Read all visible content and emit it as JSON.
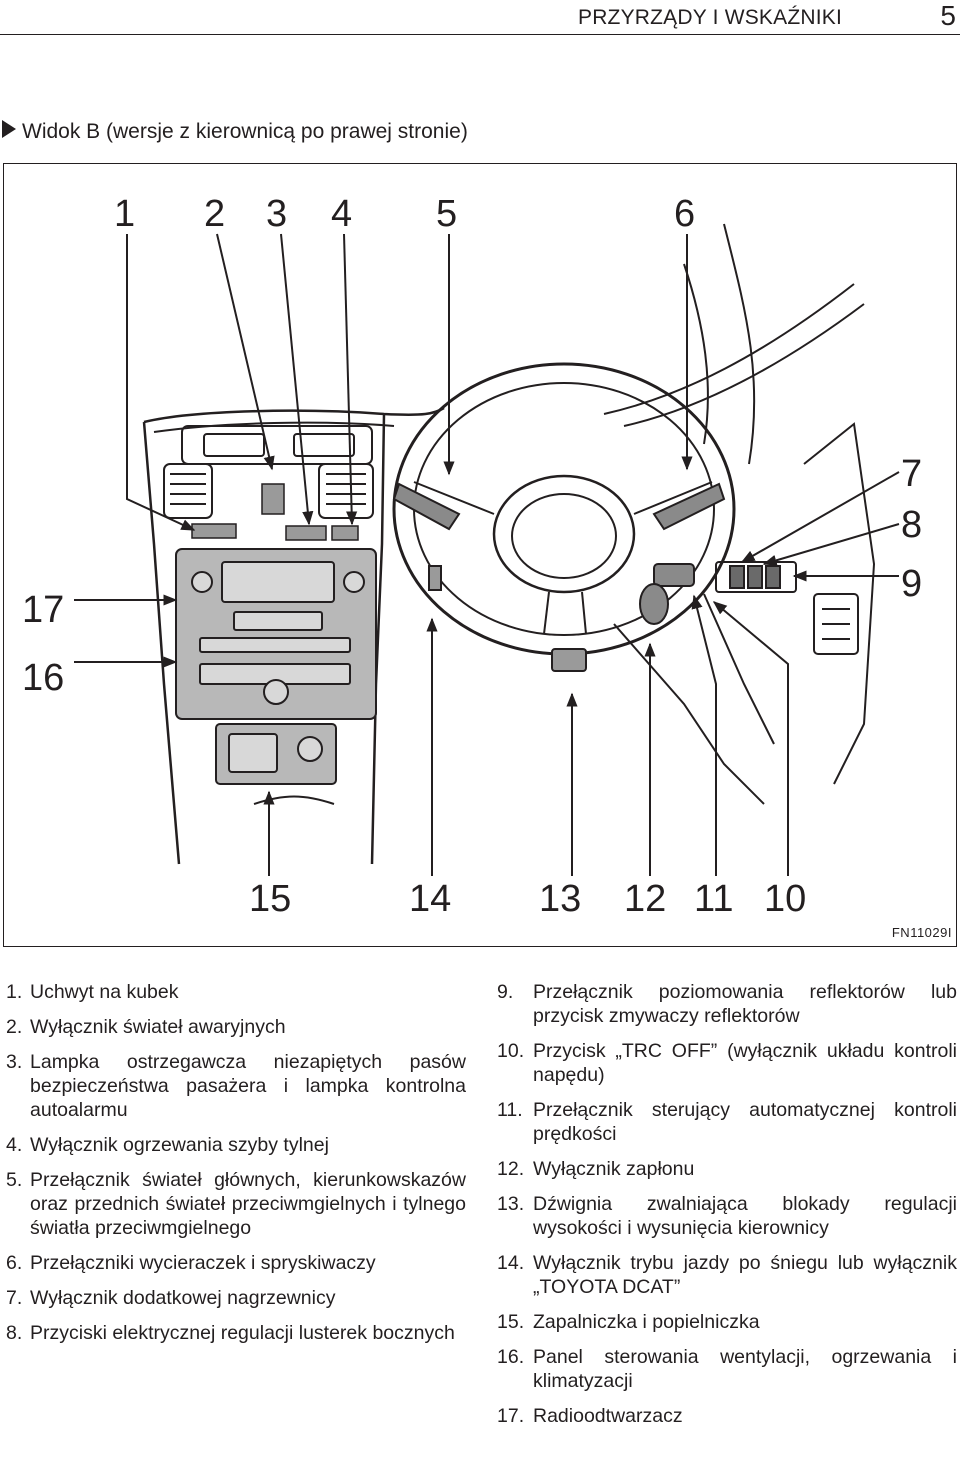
{
  "header": {
    "title": "PRZYRZĄDY I WSKAŹNIKI",
    "page": "5"
  },
  "section": {
    "title": "Widok B (wersje z kierownicą po prawej stronie)"
  },
  "figure": {
    "code": "FN11029I",
    "callouts": [
      "1",
      "2",
      "3",
      "4",
      "5",
      "6",
      "7",
      "8",
      "9",
      "10",
      "11",
      "12",
      "13",
      "14",
      "15",
      "16",
      "17"
    ]
  },
  "items_left": [
    {
      "num": "1.",
      "text": "Uchwyt na kubek"
    },
    {
      "num": "2.",
      "text": "Wyłącznik świateł awaryjnych"
    },
    {
      "num": "3.",
      "text": "Lampka ostrzegawcza niezapiętych pasów bezpieczeństwa pasażera i lampka kontrolna autoalarmu"
    },
    {
      "num": "4.",
      "text": "Wyłącznik ogrzewania szyby tylnej"
    },
    {
      "num": "5.",
      "text": "Przełącznik świateł głównych, kierunkowskazów oraz przednich świateł przeciwmgielnych i tylnego światła przeciwmgielnego"
    },
    {
      "num": "6.",
      "text": "Przełączniki wycieraczek i spryskiwaczy"
    },
    {
      "num": "7.",
      "text": "Wyłącznik dodatkowej nagrzewnicy"
    },
    {
      "num": "8.",
      "text": "Przyciski elektrycznej regulacji lusterek bocznych"
    }
  ],
  "items_right": [
    {
      "num": "9.",
      "text": "Przełącznik poziomowania reflektorów lub przycisk zmywaczy reflektorów"
    },
    {
      "num": "10.",
      "text": "Przycisk „TRC OFF” (wyłącznik układu kontroli napędu)"
    },
    {
      "num": "11.",
      "text": "Przełącznik sterujący automatycznej kontroli prędkości"
    },
    {
      "num": "12.",
      "text": "Wyłącznik zapłonu"
    },
    {
      "num": "13.",
      "text": "Dźwignia zwalniająca blokady regulacji wysokości i wysunięcia kierownicy"
    },
    {
      "num": "14.",
      "text": "Wyłącznik trybu jazdy po śniegu lub wyłącznik „TOYOTA DCAT”"
    },
    {
      "num": "15.",
      "text": "Zapalniczka i popielniczka"
    },
    {
      "num": "16.",
      "text": "Panel sterowania wentylacji, ogrzewania i klimatyzacji"
    },
    {
      "num": "17.",
      "text": "Radioodtwarzacz"
    }
  ]
}
